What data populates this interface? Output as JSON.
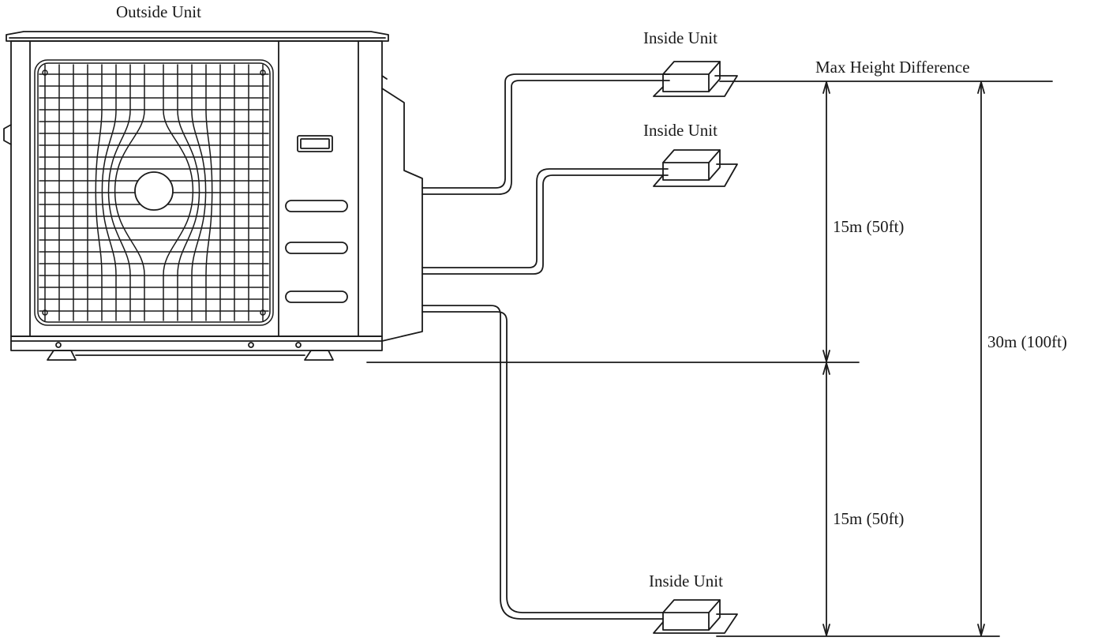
{
  "labels": {
    "outside_unit": "Outside Unit",
    "inside_unit_top": "Inside Unit",
    "inside_unit_middle": "Inside Unit",
    "inside_unit_bottom": "Inside Unit",
    "max_height_difference": "Max Height Difference",
    "upper_span": "15m (50ft)",
    "lower_span": "15m (50ft)",
    "total_span": "30m (100ft)"
  },
  "colors": {
    "line": "#1a1a1a",
    "background": "#ffffff"
  }
}
